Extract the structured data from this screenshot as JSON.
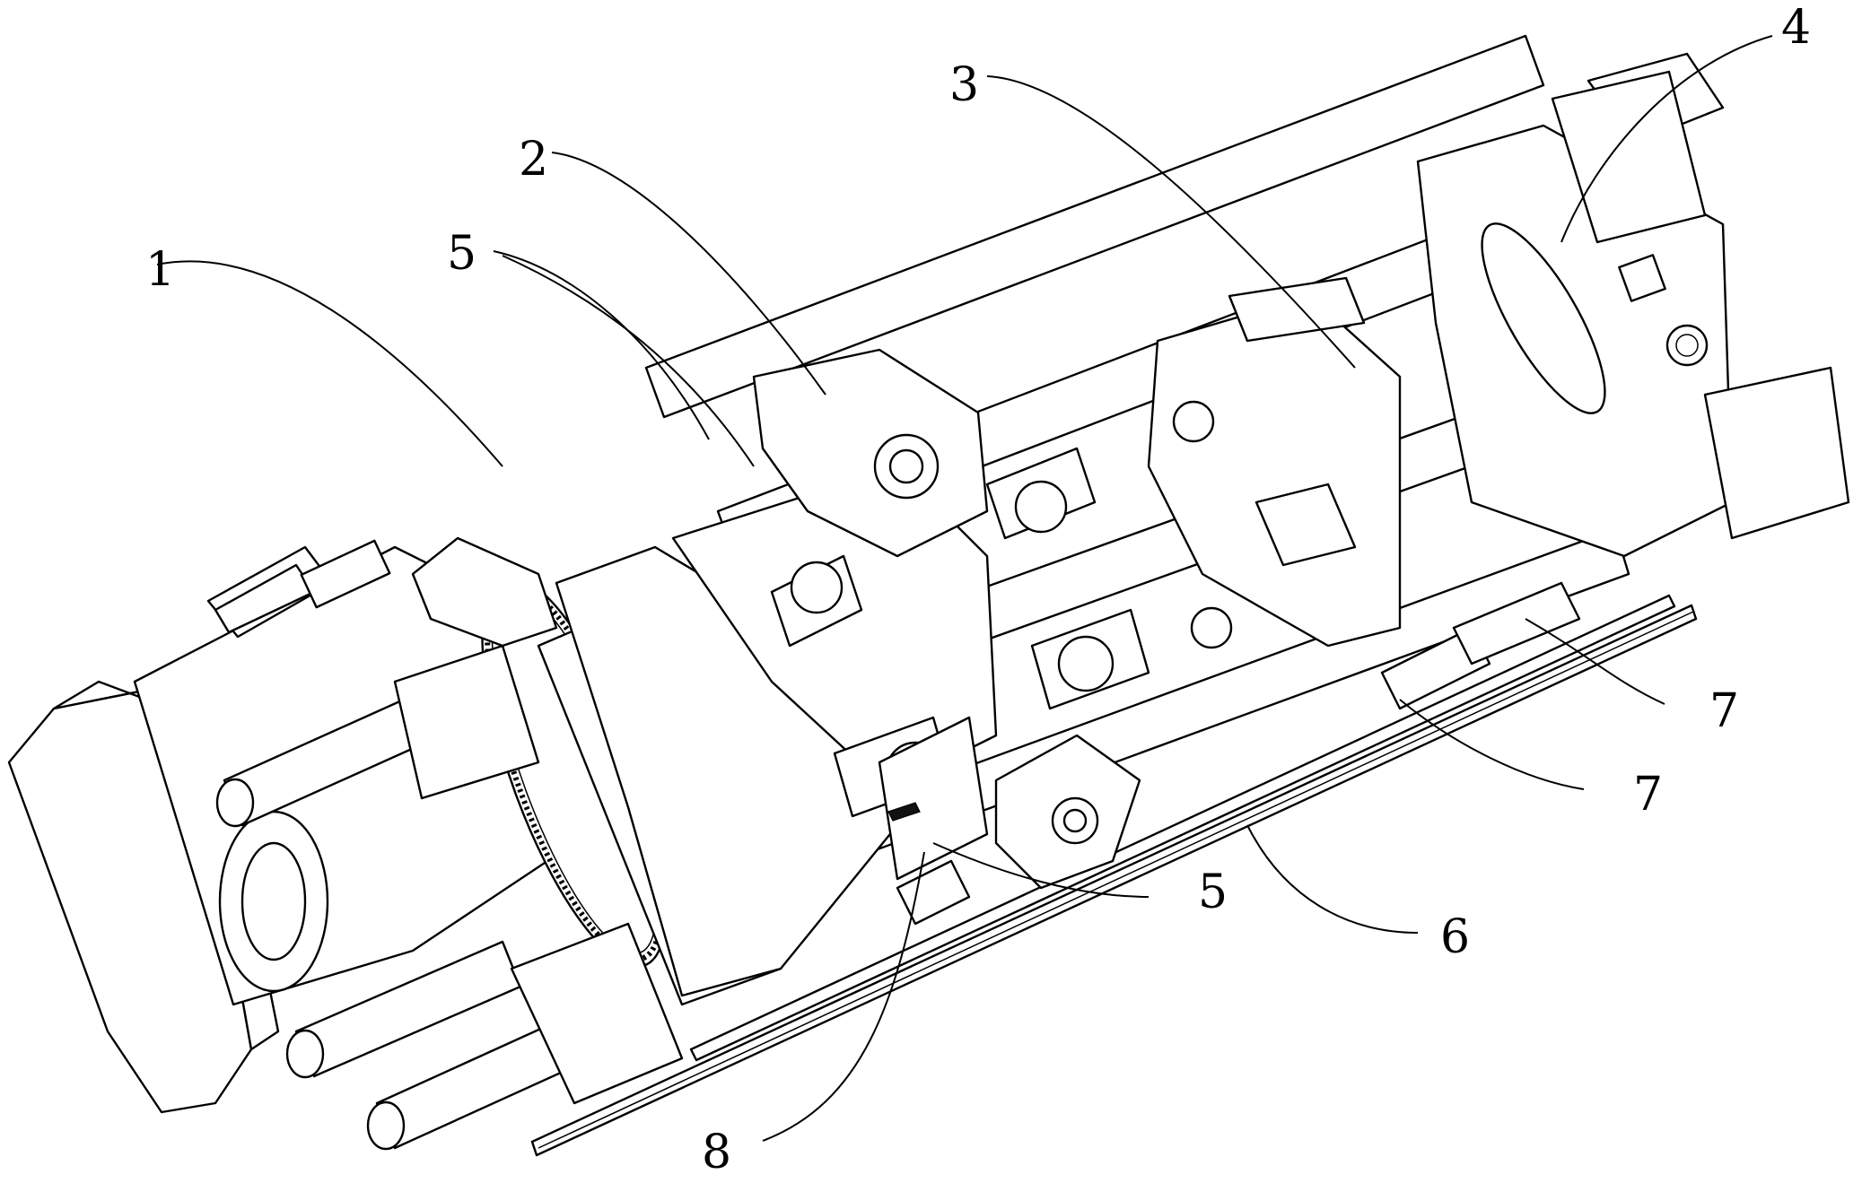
{
  "callouts": {
    "c1": "1",
    "c2": "2",
    "c3": "3",
    "c4": "4",
    "c5a": "5",
    "c5b": "5",
    "c6": "6",
    "c7a": "7",
    "c7b": "7",
    "c8": "8"
  }
}
